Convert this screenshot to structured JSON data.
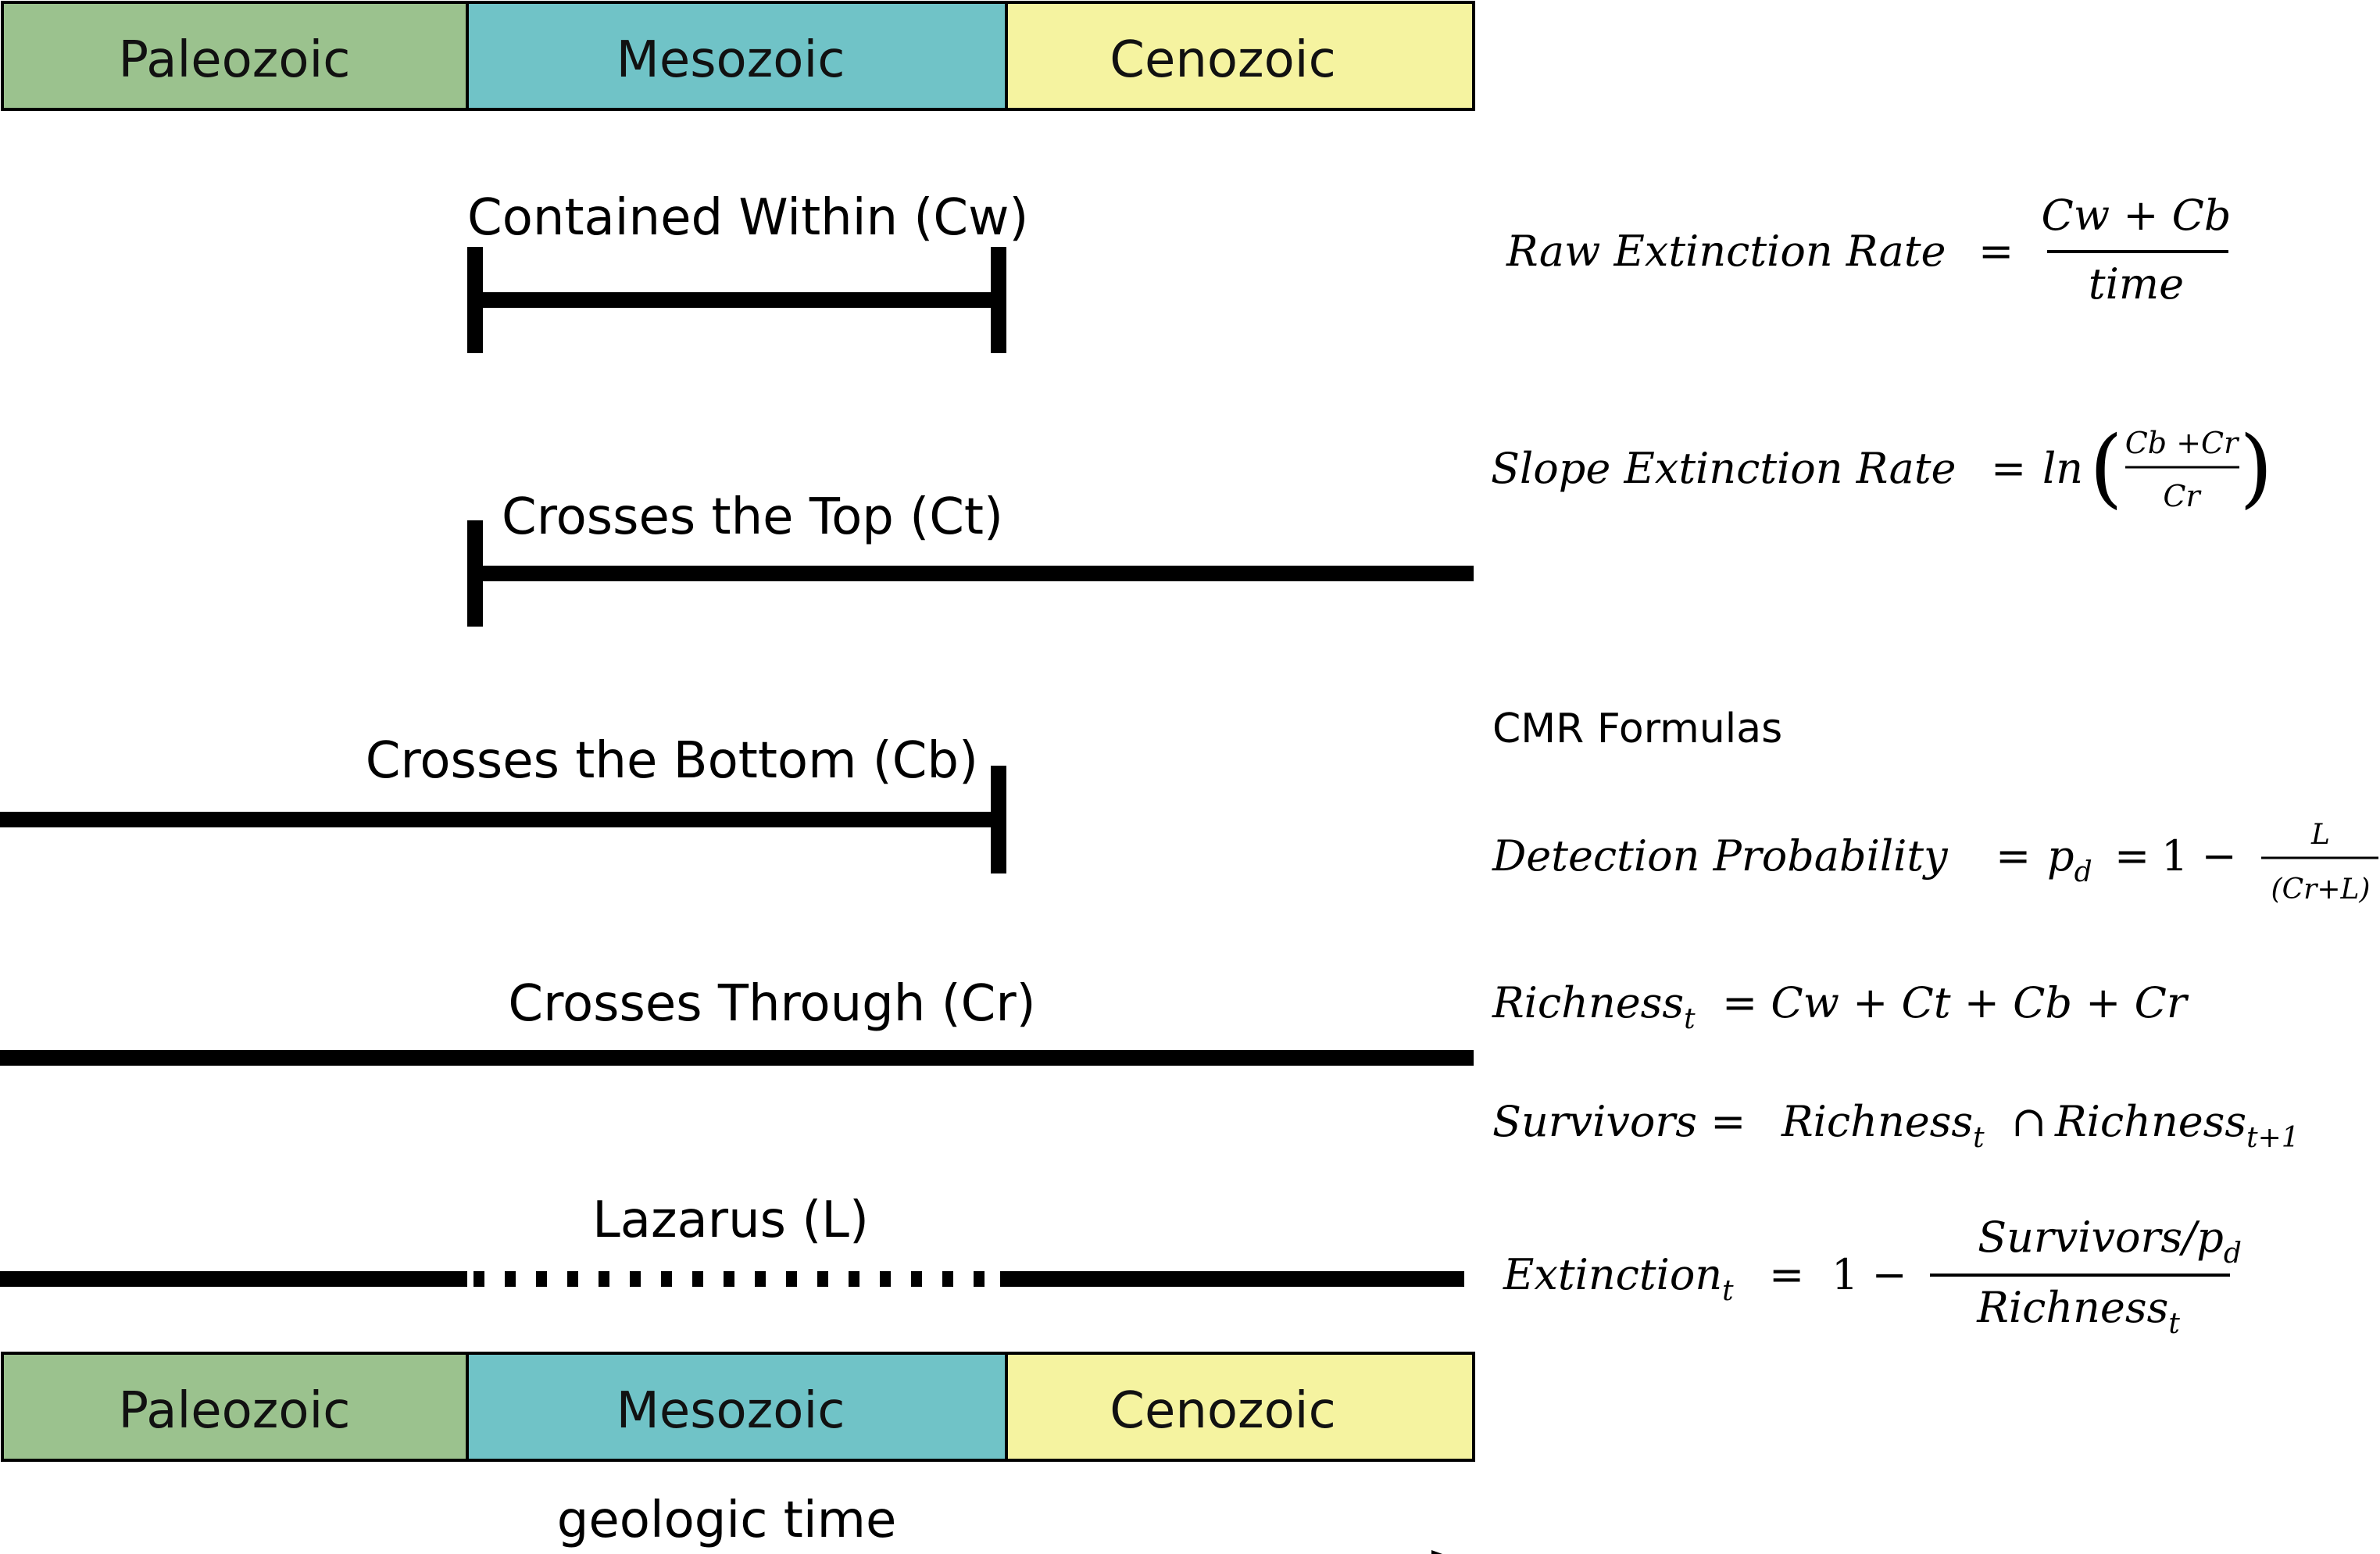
{
  "eras": {
    "paleozoic": {
      "label": "Paleozoic",
      "color": "#9bc28e"
    },
    "mesozoic": {
      "label": "Mesozoic",
      "color": "#70c3c7"
    },
    "cenozoic": {
      "label": "Cenozoic",
      "color": "#f5f3a0"
    }
  },
  "categories": {
    "contained_within": "Contained Within (Cw)",
    "crosses_top": "Crosses the Top (Ct)",
    "crosses_bottom": "Crosses the Bottom (Cb)",
    "crosses_through": "Crosses Through (Cr)",
    "lazarus": "Lazarus (L)"
  },
  "axis_label": "geologic time",
  "formulas": {
    "raw": {
      "lhs": "Raw Extinction Rate",
      "eq": "=",
      "num": "Cw + Cb",
      "den": "time"
    },
    "slope": {
      "lhs": "Slope Extinction Rate",
      "eq": "=",
      "fn": "ln",
      "open": "(",
      "num": "Cb +Cr",
      "den": "Cr",
      "close": ")"
    },
    "cmr_heading": "CMR Formulas",
    "detection": {
      "lhs": "Detection Probability",
      "eq1": "=",
      "p": "p",
      "p_sub": "d",
      "eq2": "=",
      "one_minus": "1 −",
      "num": "L",
      "den": "(Cr+L)"
    },
    "richness": {
      "lhs": "Richness",
      "sub": "t",
      "rhs": "= Cw + Ct + Cb + Cr"
    },
    "survivors": {
      "lhs": "Survivors =",
      "r1": "Richness",
      "r1_sub": "t",
      "cap": "∩",
      "r2": "Richness",
      "r2_sub": "t+1"
    },
    "extinction": {
      "lhs": "Extinction",
      "sub": "t",
      "eq": "=",
      "one_minus": "1 −",
      "num": "Survivors/p",
      "num_sub": "d",
      "den": "Richness",
      "den_sub": "t"
    }
  }
}
